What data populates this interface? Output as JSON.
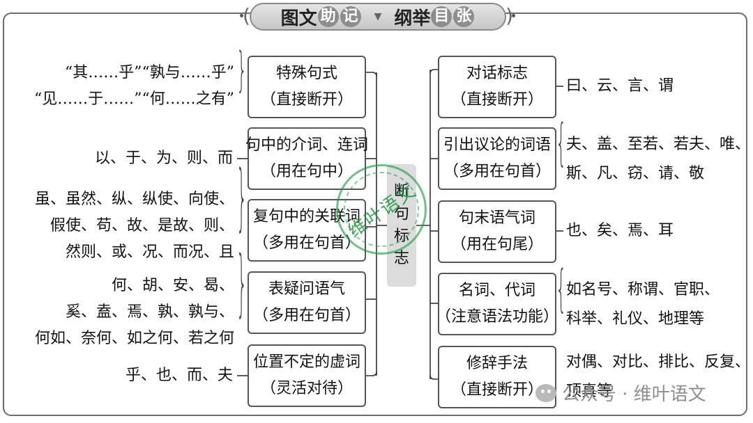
{
  "title": {
    "part1_a": "图文",
    "part1_b": "助",
    "part1_c": "记",
    "separator": "▼",
    "part2_a": "纲举",
    "part2_b": "目",
    "part2_c": "张"
  },
  "center": [
    "断",
    "句",
    "标",
    "志"
  ],
  "left": [
    {
      "title": "特殊句式",
      "sub": "（直接断开）",
      "items": [
        "“其……乎”“孰与……乎”",
        "“见……于……”“何……之有”"
      ]
    },
    {
      "title": "句中的介词、连词",
      "sub": "（用在句中）",
      "items": [
        "以、于、为、则、而"
      ]
    },
    {
      "title": "复句中的关联词",
      "sub": "（多用在句首）",
      "items": [
        "虽、虽然、纵、纵使、向使、",
        "假使、苟、故、是故、则、",
        "然则、或、况、而况、且"
      ]
    },
    {
      "title": "表疑问语气",
      "sub": "（多用在句首）",
      "items": [
        "何、胡、安、曷、",
        "奚、盍、焉、孰、孰与、",
        "何如、奈何、如之何、若之何"
      ]
    },
    {
      "title": "位置不定的虚词",
      "sub": "（灵活对待）",
      "items": [
        "乎、也、而、夫"
      ]
    }
  ],
  "right": [
    {
      "title": "对话标志",
      "sub": "（直接断开）",
      "items": [
        "曰、云、言、谓"
      ]
    },
    {
      "title": "引出议论的词语",
      "sub": "（多用在句首）",
      "items": [
        "夫、盖、至若、若夫、唯、",
        "斯、凡、窃、请、敬"
      ]
    },
    {
      "title": "句末语气词",
      "sub": "（用在句尾）",
      "items": [
        "也、矣、焉、耳"
      ]
    },
    {
      "title": "名词、代词",
      "sub": "（注意语法功能）",
      "items": [
        "如名号、称谓、官职、",
        "科举、礼仪、地理等"
      ]
    },
    {
      "title": "修辞手法",
      "sub": "（直接断开）",
      "items": [
        "对偶、对比、排比、反复、",
        "顶真等"
      ]
    }
  ],
  "stamp_text": "维叶语文",
  "watermark": "公众号 · 维叶语文"
}
